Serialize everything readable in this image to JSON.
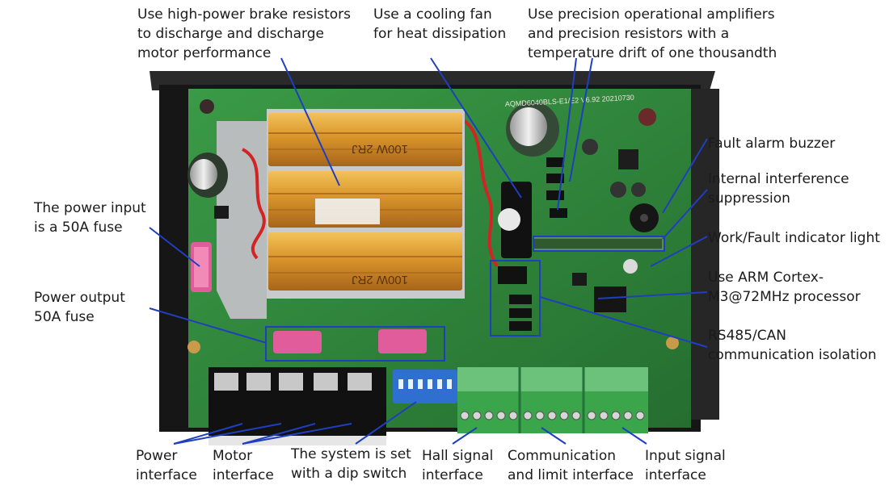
{
  "annotations": {
    "brake_resistors": [
      "Use high-power brake resistors",
      "to discharge and discharge",
      "motor performance"
    ],
    "cooling_fan": [
      "Use a cooling fan",
      "for heat dissipation"
    ],
    "precision_opamps": [
      "Use precision operational amplifiers",
      "and precision resistors with a",
      "temperature drift of one thousandth"
    ],
    "fault_buzzer": [
      "Fault alarm buzzer"
    ],
    "interference_suppression": [
      "Internal interference",
      "suppression"
    ],
    "indicator_light": [
      "Work/Fault indicator light"
    ],
    "arm_processor": [
      "Use ARM Cortex-",
      "M3@72MHz processor"
    ],
    "rs485_can": [
      "RS485/CAN",
      "communication isolation"
    ],
    "power_input_fuse": [
      "The power input",
      "is a 50A fuse"
    ],
    "power_output_fuse": [
      "Power output",
      "50A fuse"
    ],
    "power_interface": [
      "Power",
      "interface"
    ],
    "motor_interface": [
      "Motor",
      "interface"
    ],
    "dip_switch": [
      "The system is set",
      "with a dip switch"
    ],
    "hall_signal": [
      "Hall signal",
      "interface"
    ],
    "comm_limit": [
      "Communication",
      "and limit interface"
    ],
    "input_signal": [
      "Input signal",
      "interface"
    ]
  },
  "board": {
    "resistor_marking": "100W 2RJ",
    "version_marking": "AQMD6040BLS-E1/E2  V6.92  20210730"
  },
  "colors": {
    "callout_line": "#1f3fbf",
    "pcb_green": "#2f8a3c",
    "resistor_gold": "#d89a2a",
    "terminal_green": "#3aa54a",
    "dip_blue": "#2f6fd0",
    "fuse_pink": "#e05c9a",
    "case_black": "#1c1c1c"
  }
}
